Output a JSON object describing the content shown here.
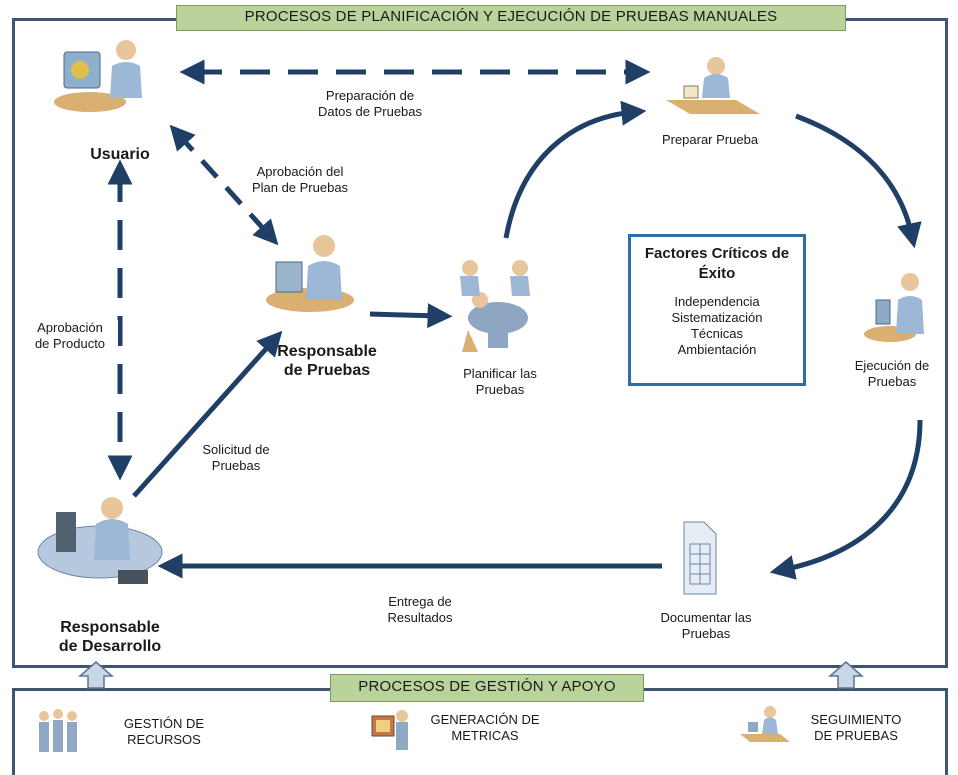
{
  "top_title": "PROCESOS DE PLANIFICACIÓN Y EJECUCIÓN DE PRUEBAS MANUALES",
  "bottom_title": "PROCESOS DE GESTIÓN Y APOYO",
  "nodes": {
    "usuario": "Usuario",
    "responsable_pruebas": [
      "Responsable",
      "de Pruebas"
    ],
    "responsable_desarrollo": [
      "Responsable",
      "de Desarrollo"
    ],
    "planificar": [
      "Planificar las",
      "Pruebas"
    ],
    "preparar": "Preparar Prueba",
    "ejecucion": [
      "Ejecución de",
      "Pruebas"
    ],
    "documentar": [
      "Documentar las",
      "Pruebas"
    ]
  },
  "edges": {
    "preparacion": [
      "Preparación de",
      "Datos de Pruebas"
    ],
    "aprobacion_plan": [
      "Aprobación del",
      "Plan de Pruebas"
    ],
    "aprobacion_producto": [
      "Aprobación",
      "de Producto"
    ],
    "solicitud": [
      "Solicitud de",
      "Pruebas"
    ],
    "entrega": [
      "Entrega de",
      "Resultados"
    ]
  },
  "factors": {
    "title": [
      "Factores Críticos de",
      "Éxito"
    ],
    "items": [
      "Independencia",
      "Sistematización",
      "Técnicas",
      "Ambientación"
    ]
  },
  "support": [
    [
      "GESTIÓN DE",
      "RECURSOS"
    ],
    [
      "GENERACIÓN DE",
      "METRICAS"
    ],
    [
      "SEGUIMIENTO",
      "DE PRUEBAS"
    ]
  ],
  "colors": {
    "arrow": "#1f3f66",
    "title_bg": "#b9d39a",
    "factors_border": "#2f6ea3",
    "panel_border": "#3d5573"
  }
}
